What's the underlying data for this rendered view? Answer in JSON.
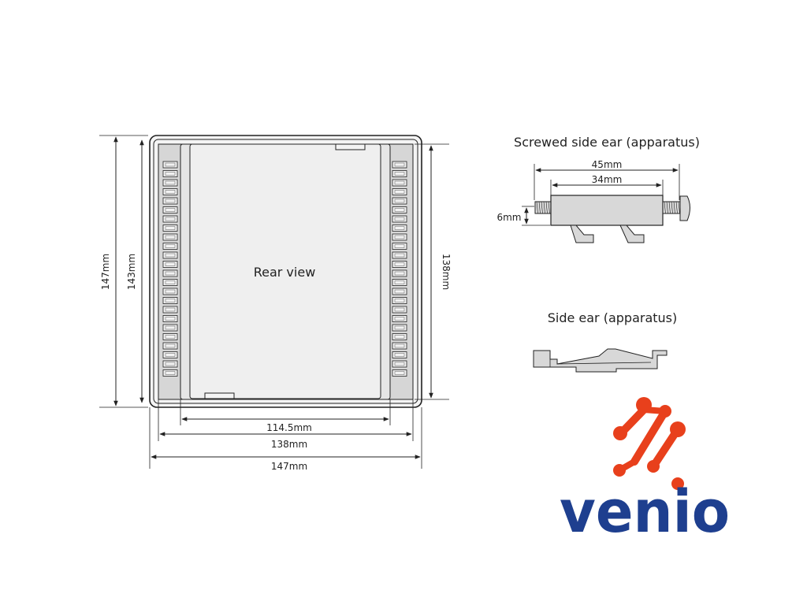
{
  "rear": {
    "label": "Rear view",
    "dims": {
      "outer_height": "147mm",
      "inner_height": "143mm",
      "right_height": "138mm",
      "inner_width": "114.5mm",
      "mid_width": "138mm",
      "outer_width": "147mm"
    }
  },
  "screwed_ear": {
    "title": "Screwed side ear (apparatus)",
    "dims": {
      "total": "45mm",
      "body": "34mm",
      "height": "6mm"
    }
  },
  "side_ear": {
    "title": "Side ear (apparatus)"
  },
  "logo": {
    "text": "venio",
    "text_color": "#1e3f8f",
    "accent_color": "#e8401c"
  },
  "colors": {
    "line": "#222222",
    "fill_light": "#eeeeee",
    "fill_mid": "#d8d8d8",
    "fill_dark": "#c8c8c8"
  }
}
